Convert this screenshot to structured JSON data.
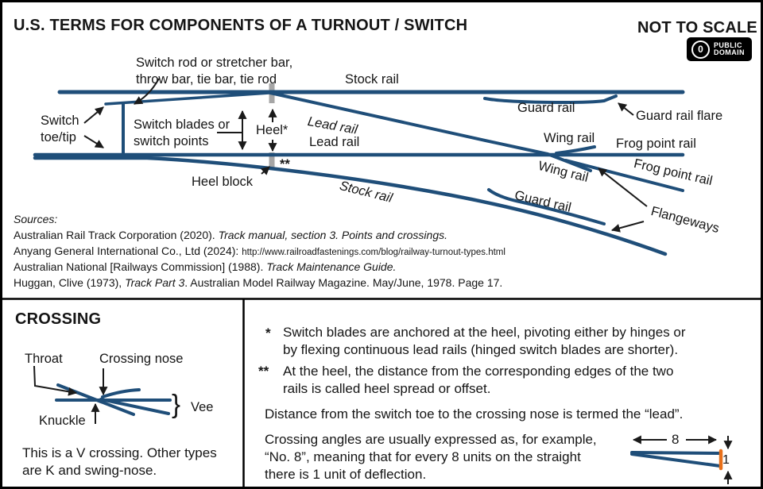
{
  "header": {
    "title": "U.S. TERMS FOR COMPONENTS OF A TURNOUT / SWITCH",
    "scale_note": "NOT TO SCALE",
    "license_badge": {
      "icon": "public-domain-icon",
      "symbol": "0",
      "line1": "PUBLIC",
      "line2": "DOMAIN"
    }
  },
  "turnout": {
    "switch_rod_label": "Switch rod or stretcher bar,\nthrow bar, tie bar, tie rod",
    "stock_rail_top": "Stock rail",
    "switch_toe": "Switch\ntoe/tip",
    "switch_blades": "Switch blades or\nswitch points",
    "heel": "Heel*",
    "heel_block": "Heel block",
    "heel_spread_marker": "**",
    "lead_rail_curved": "Lead rail",
    "lead_rail_straight": "Lead rail",
    "stock_rail_curved": "Stock rail",
    "guard_rail_top": "Guard rail",
    "guard_rail_flare": "Guard rail flare",
    "wing_rail_upper": "Wing rail",
    "wing_rail_lower": "Wing rail",
    "frog_point_rail_straight": "Frog point rail",
    "frog_point_rail_curved": "Frog point rail",
    "guard_rail_lower": "Guard rail",
    "flangeways": "Flangeways"
  },
  "sources": {
    "heading": "Sources:",
    "s1_normal": "Australian Rail Track Corporation (2020). ",
    "s1_italic": "Track manual, section 3. Points and crossings.",
    "s2_normal": "Anyang General International Co., Ltd (2024): ",
    "s2_url": "http://www.railroadfastenings.com/blog/railway-turnout-types.html",
    "s3_normal": "Australian National [Railways Commission] (1988). ",
    "s3_italic": "Track Maintenance Guide.",
    "s4_normal1": "Huggan, Clive (1973), ",
    "s4_italic": "Track Part 3",
    "s4_normal2": ". Australian Model Railway Magazine. May/June, 1978. Page 17."
  },
  "crossing": {
    "heading": "CROSSING",
    "throat": "Throat",
    "crossing_nose": "Crossing nose",
    "knuckle": "Knuckle",
    "vee_brace": "}",
    "vee": "Vee",
    "caption": "This is a V crossing. Other types\nare K and swing-nose."
  },
  "notes": {
    "star_marker": "*",
    "star_text": "Switch blades are anchored at the heel, pivoting either by hinges or\nby flexing continuous lead rails (hinged switch blades are shorter).",
    "double_star_marker": "**",
    "double_star_text": "At the heel, the distance from the corresponding edges of the two\nrails is called heel spread or offset.",
    "lead_text": "Distance from the switch toe to the crossing nose is termed the “lead”.",
    "angle_text": "Crossing angles are usually expressed as, for example,\n“No. 8”, meaning that for every 8 units on the straight\nthere is 1 unit of deflection.",
    "units_straight": "8",
    "units_deflection": "1"
  },
  "colors": {
    "rail_blue": "#1f4e79",
    "heel_block_gray": "#a6a6a6",
    "deflection_orange": "#e8701a",
    "ink": "#151515"
  }
}
